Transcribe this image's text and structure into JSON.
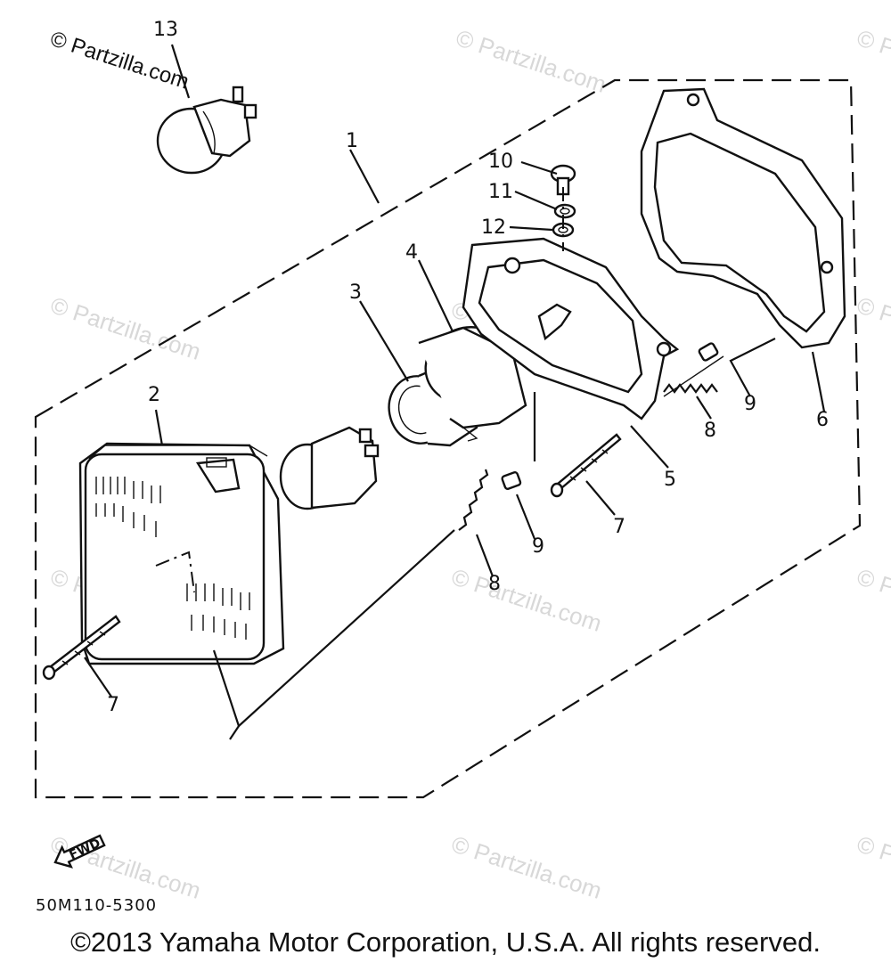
{
  "watermarks": {
    "top_left": "© Partzilla.com",
    "repeat": "© Partzilla.com"
  },
  "callouts": {
    "c1": "1",
    "c2": "2",
    "c3": "3",
    "c4": "4",
    "c5": "5",
    "c6": "6",
    "c7a": "7",
    "c7b": "7",
    "c8a": "8",
    "c8b": "8",
    "c9a": "9",
    "c9b": "9",
    "c10": "10",
    "c11": "11",
    "c12": "12",
    "c13": "13"
  },
  "fwd_label": "FWD",
  "diagram_code": "50M110-5300",
  "copyright": "©2013 Yamaha Motor Corporation, U.S.A. All rights reserved."
}
